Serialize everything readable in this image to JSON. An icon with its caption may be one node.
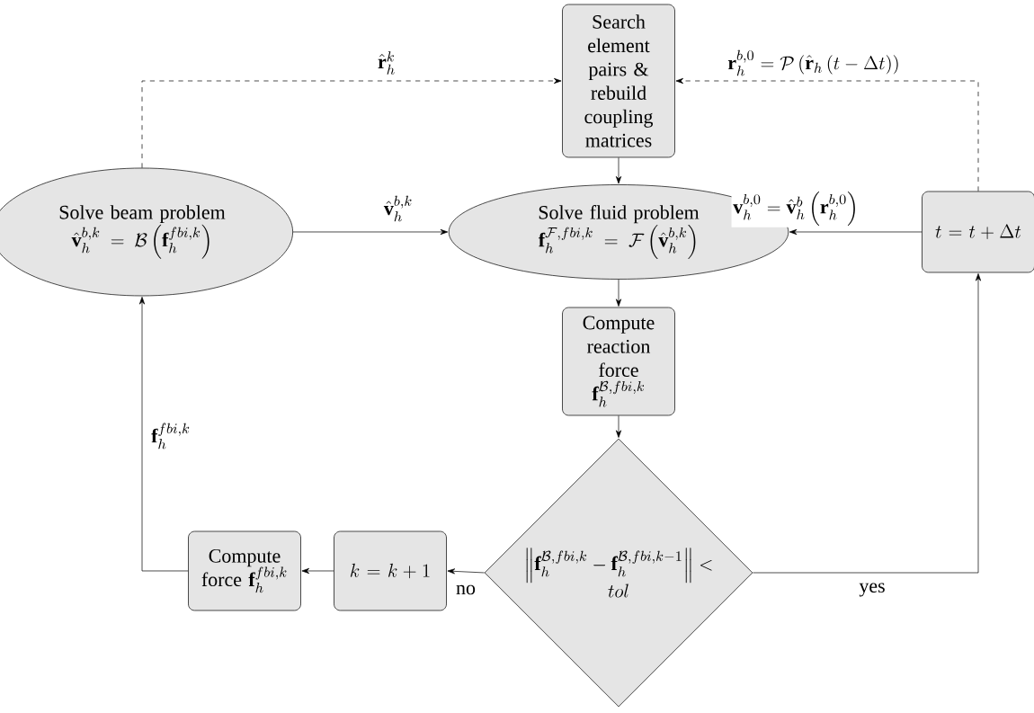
{
  "diagram": {
    "nodes": [
      {
        "text": [
          "Search element pairs & rebuild coupling matrices"
        ]
      },
      {
        "text": [
          "Solve beam problem",
          "\\hat{\\mathbf{v}}_h^{b,k} = \\mathcal{B}\\left(\\mathbf{f}_h^{fbi,k}\\right)"
        ]
      },
      {
        "text": [
          "Solve fluid problem",
          "\\mathbf{f}_h^{\\mathcal{F},fbi,k} = \\mathcal{F}\\left(\\hat{\\mathbf{v}}_h^{b,k}\\right)"
        ]
      },
      {
        "text": [
          "t = t + \\Delta t"
        ]
      },
      {
        "text": [
          "Compute reaction force",
          "\\mathbf{f}_h^{\\mathcal{B},fbi,k}"
        ]
      },
      {
        "text": [
          "\\left\\|\\mathbf{f}_h^{\\mathcal{B},fbi,k} - \\mathbf{f}_h^{\\mathcal{B},fbi,k-1}\\right\\| < tol"
        ]
      },
      {
        "text": [
          "k = k + 1"
        ]
      },
      {
        "text": [
          "Compute force",
          "\\mathbf{f}_h^{fbi,k}"
        ]
      }
    ],
    "edges": [
      {
        "from": 1,
        "to": 0,
        "arrow": "to",
        "style": "dashed",
        "label": "\\hat{\\mathbf{r}}_h^k"
      },
      {
        "from": 3,
        "to": 0,
        "arrow": "to",
        "style": "dashed",
        "label": "\\mathbf{r}_h^{b,0} = \\mathcal{P}\\left(\\hat{\\mathbf{r}}_h\\left(t - \\Delta t\\right)\\right)"
      },
      {
        "from": 0,
        "to": 2,
        "arrow": "to"
      },
      {
        "from": 1,
        "to": 2,
        "arrow": "to",
        "label": "\\hat{\\mathbf{v}}_h^{b,k}"
      },
      {
        "from": 3,
        "to": 2,
        "arrow": "to",
        "label": "\\mathbf{v}_h^{b,0} = \\hat{\\mathbf{v}}_h^b\\left(\\mathbf{r}_h^{b,0}\\right)"
      },
      {
        "from": 2,
        "to": 4,
        "arrow": "to"
      },
      {
        "from": 4,
        "to": 5,
        "arrow": "to"
      },
      {
        "from": 5,
        "to": 6,
        "arrow": "to",
        "label": "no"
      },
      {
        "from": 6,
        "to": 7,
        "arrow": "to"
      },
      {
        "from": 7,
        "to": 1,
        "arrow": "to",
        "label": "\\mathbf{f}_h^{fbi,k}"
      },
      {
        "from": 5,
        "to": 3,
        "arrow": "to",
        "label": "yes"
      }
    ]
  }
}
